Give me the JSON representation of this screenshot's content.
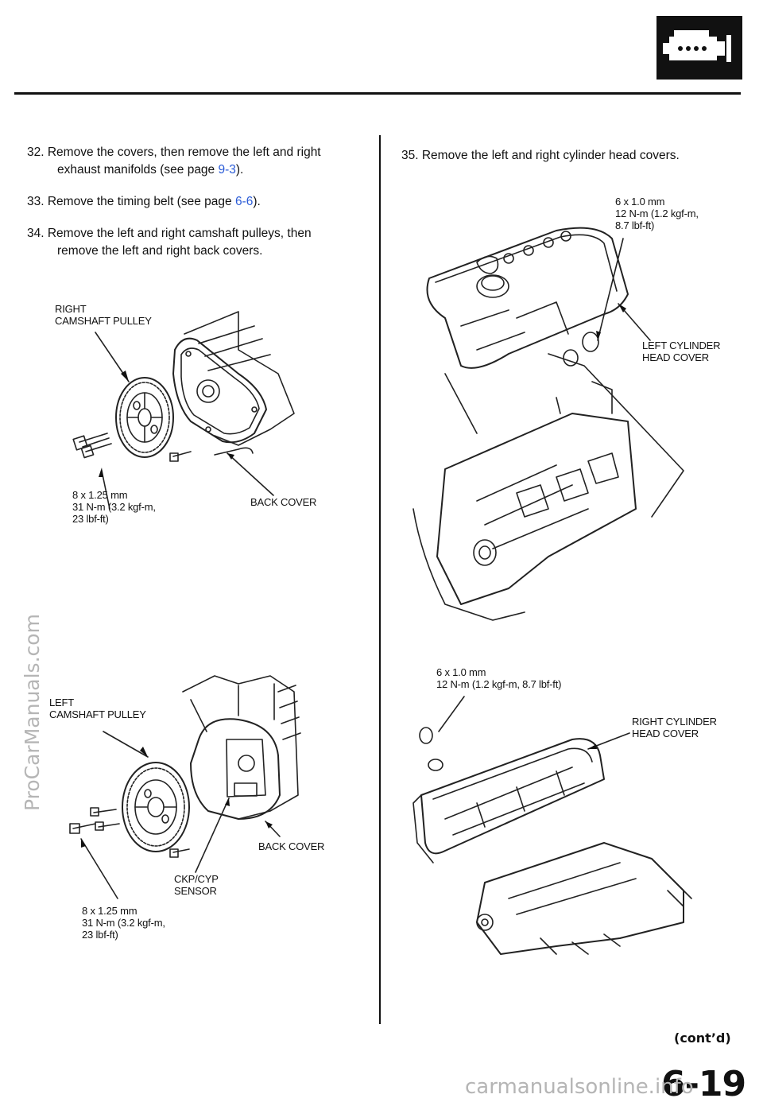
{
  "steps": {
    "s32_a": "32.  Remove  the  covers,  then  remove  the  left  and  right",
    "s32_b": "exhaust manifolds (see page ",
    "s32_ref": "9-3",
    "s32_c": ").",
    "s33_a": "33.  Remove the timing  belt  (see page ",
    "s33_ref": "6-6",
    "s33_c": ").",
    "s34_a": "34.  Remove  the  left  and  right  camshaft  pulleys,  then",
    "s34_b": "remove the left and right back covers.",
    "s35": "35.  Remove the left and right cylinder head covers."
  },
  "labels": {
    "right_pulley_1": "RIGHT",
    "right_pulley_2": "CAMSHAFT  PULLEY",
    "bolt1_1": "8 x  1.25 mm",
    "bolt1_2": "31  N-m  (3.2 kgf-m,",
    "bolt1_3": "23  lbf-ft)",
    "back_cover_1": "BACK  COVER",
    "left_pulley_1": "LEFT",
    "left_pulley_2": "CAMSHAFT  PULLEY",
    "back_cover_2": "BACK  COVER",
    "ckp_1": "CKP/CYP",
    "ckp_2": "SENSOR",
    "bolt2_1": "8  x  1.25 mm",
    "bolt2_2": "31  N-m  (3.2 kgf-m,",
    "bolt2_3": "23  lbf-ft)",
    "bolt3_1": "6 x 1.0 mm",
    "bolt3_2": "12  N-m  (1.2  kgf-m,",
    "bolt3_3": "8.7  lbf-ft)",
    "left_head_1": "LEFT  CYLINDER",
    "left_head_2": "HEAD  COVER",
    "bolt4_1": "6  x  1.0  mm",
    "bolt4_2": "12  N-m  (1.2  kgf-m,  8.7  lbf-ft)",
    "right_head_1": "RIGHT  CYLINDER",
    "right_head_2": "HEAD  COVER"
  },
  "footer": {
    "contd": "(cont’d)",
    "page_number": "6-19"
  },
  "watermarks": {
    "left": "ProCarManuals.com",
    "bottom": "carmanualsonline.info"
  },
  "icons": {
    "header": "engine-icon"
  }
}
